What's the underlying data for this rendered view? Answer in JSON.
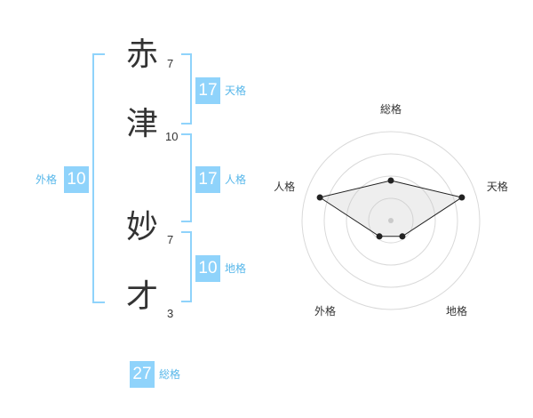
{
  "name_chars": [
    {
      "char": "赤",
      "strokes": "7"
    },
    {
      "char": "津",
      "strokes": "10"
    },
    {
      "char": "妙",
      "strokes": "7"
    },
    {
      "char": "才",
      "strokes": "3"
    }
  ],
  "kakusu": {
    "tenkaku": {
      "value": "17",
      "label": "天格"
    },
    "jinkaku": {
      "value": "17",
      "label": "人格"
    },
    "chikaku": {
      "value": "10",
      "label": "地格"
    },
    "gaikaku": {
      "value": "10",
      "label": "外格"
    },
    "soukaku": {
      "value": "27",
      "label": "総格"
    }
  },
  "colors": {
    "accent": "#8fd3fb",
    "label": "#57b7ea",
    "text": "#333333"
  },
  "chart_data": {
    "type": "radar",
    "axes": [
      "総格",
      "天格",
      "地格",
      "外格",
      "人格"
    ],
    "values": [
      0.45,
      0.84,
      0.22,
      0.22,
      0.84
    ],
    "range": [
      0,
      1
    ],
    "rings": 4
  }
}
